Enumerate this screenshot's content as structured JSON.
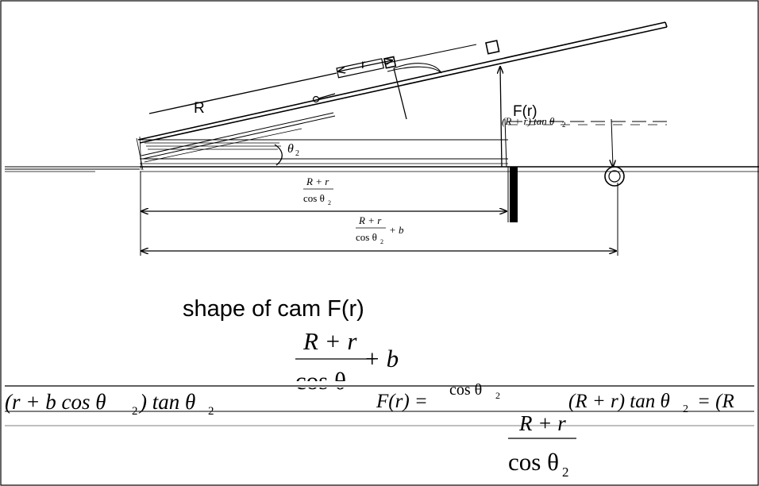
{
  "diagram": {
    "labels": {
      "R": "R",
      "r": "r",
      "F": "F(r)",
      "theta": "θ",
      "theta_sub": "2",
      "tan_frag": "(R + r) tan θ",
      "tan_frag_sub": "2"
    },
    "dim1": {
      "num": "R + r",
      "den": "cos θ",
      "den_sub": "2"
    },
    "dim2": {
      "num": "R + r",
      "den": "cos θ",
      "den_sub": "2",
      "plus": "+ b"
    }
  },
  "caption": {
    "title": "shape of cam F(r)",
    "num": "R + r",
    "plus": "+ b",
    "den": "cos θ"
  },
  "equation": {
    "left": "(r + b cos θ",
    "left_sub": "2",
    "left_tail": ") tan θ",
    "left_tail_sub": "2",
    "mid": "F(r) =",
    "mid_frac_top": "cos θ",
    "mid_frac_top_sub": "2",
    "right": "(R + r) tan θ",
    "right_sub": "2",
    "right_tail": "= (R",
    "bottom_num": "R + r",
    "bottom_den": "cos θ",
    "bottom_den_sub": "2"
  }
}
